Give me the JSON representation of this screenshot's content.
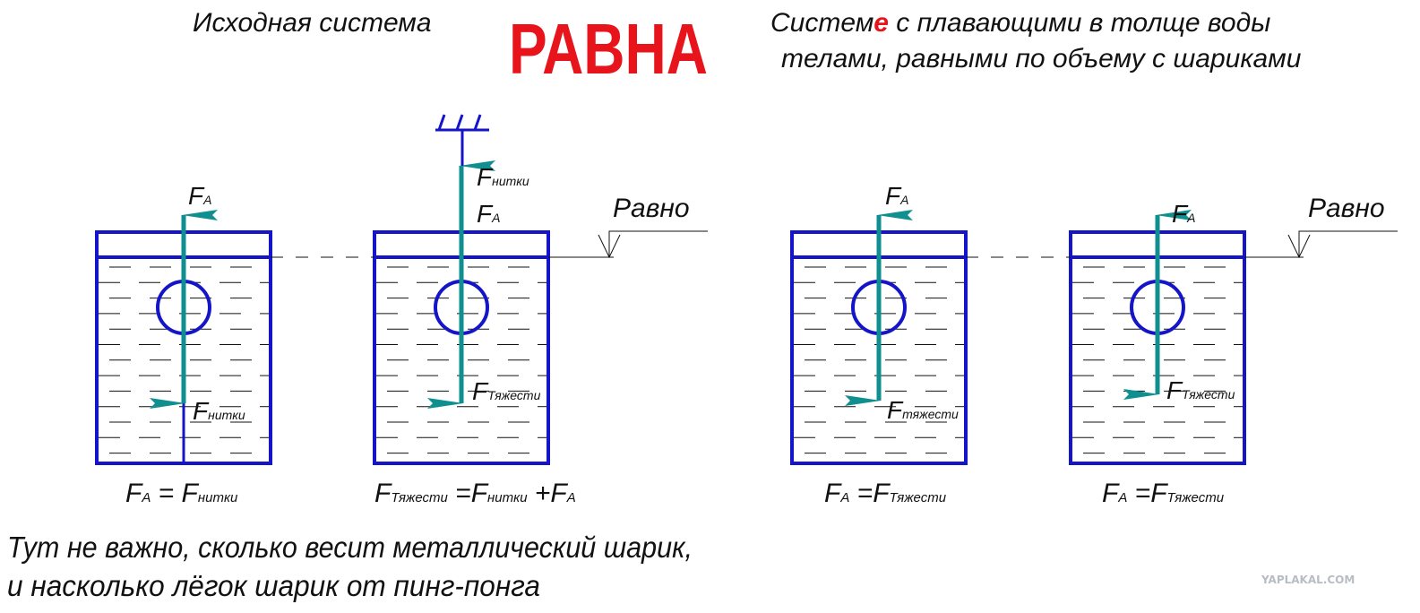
{
  "titles": {
    "left": "Исходная система",
    "center_stamp": "РАВНА",
    "right_line1_a": "Систем",
    "right_line1_red": "е",
    "right_line1_b": " с плавающими в толще воды",
    "right_line2": "телами, равными по объему с шариками"
  },
  "labels": {
    "F": "F",
    "A": "A",
    "nitki": "нитки",
    "tyazhesti": "Тяжести",
    "tyazhesti_lower": "тяжести",
    "ravno": "Равно",
    "eq": " = ",
    "eq2": " =",
    "plus": " +"
  },
  "footer": {
    "line1": "Тут не важно, сколько весит металлический шарик,",
    "line2": "и насколько лёгок шарик от пинг-понга"
  },
  "watermark": "YAPLAKAL.COM",
  "colors": {
    "vessel": "#1414c8",
    "force": "#0f8f8f",
    "stamp": "#e8141c"
  }
}
